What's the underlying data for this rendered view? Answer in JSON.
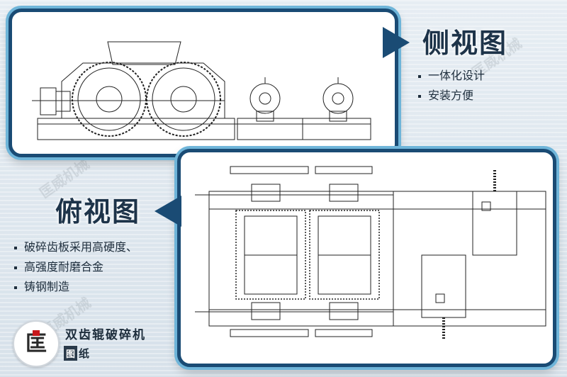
{
  "side_view": {
    "heading": "侧视图",
    "bullets": [
      "一体化设计",
      "安装方便"
    ]
  },
  "top_view": {
    "heading": "俯视图",
    "bullets": [
      "破碎齿板采用高硬度、",
      "高强度耐磨合金",
      "铸钢制造"
    ]
  },
  "brand": {
    "logo_char": "匡",
    "watermark": "匡威机械",
    "product_title": "双齿辊破碎机",
    "badge_first": "图",
    "badge_rest": "纸"
  },
  "colors": {
    "panel_border": "#1a4b74",
    "panel_glow": "#6fb5d9",
    "heading": "#1d3349"
  }
}
